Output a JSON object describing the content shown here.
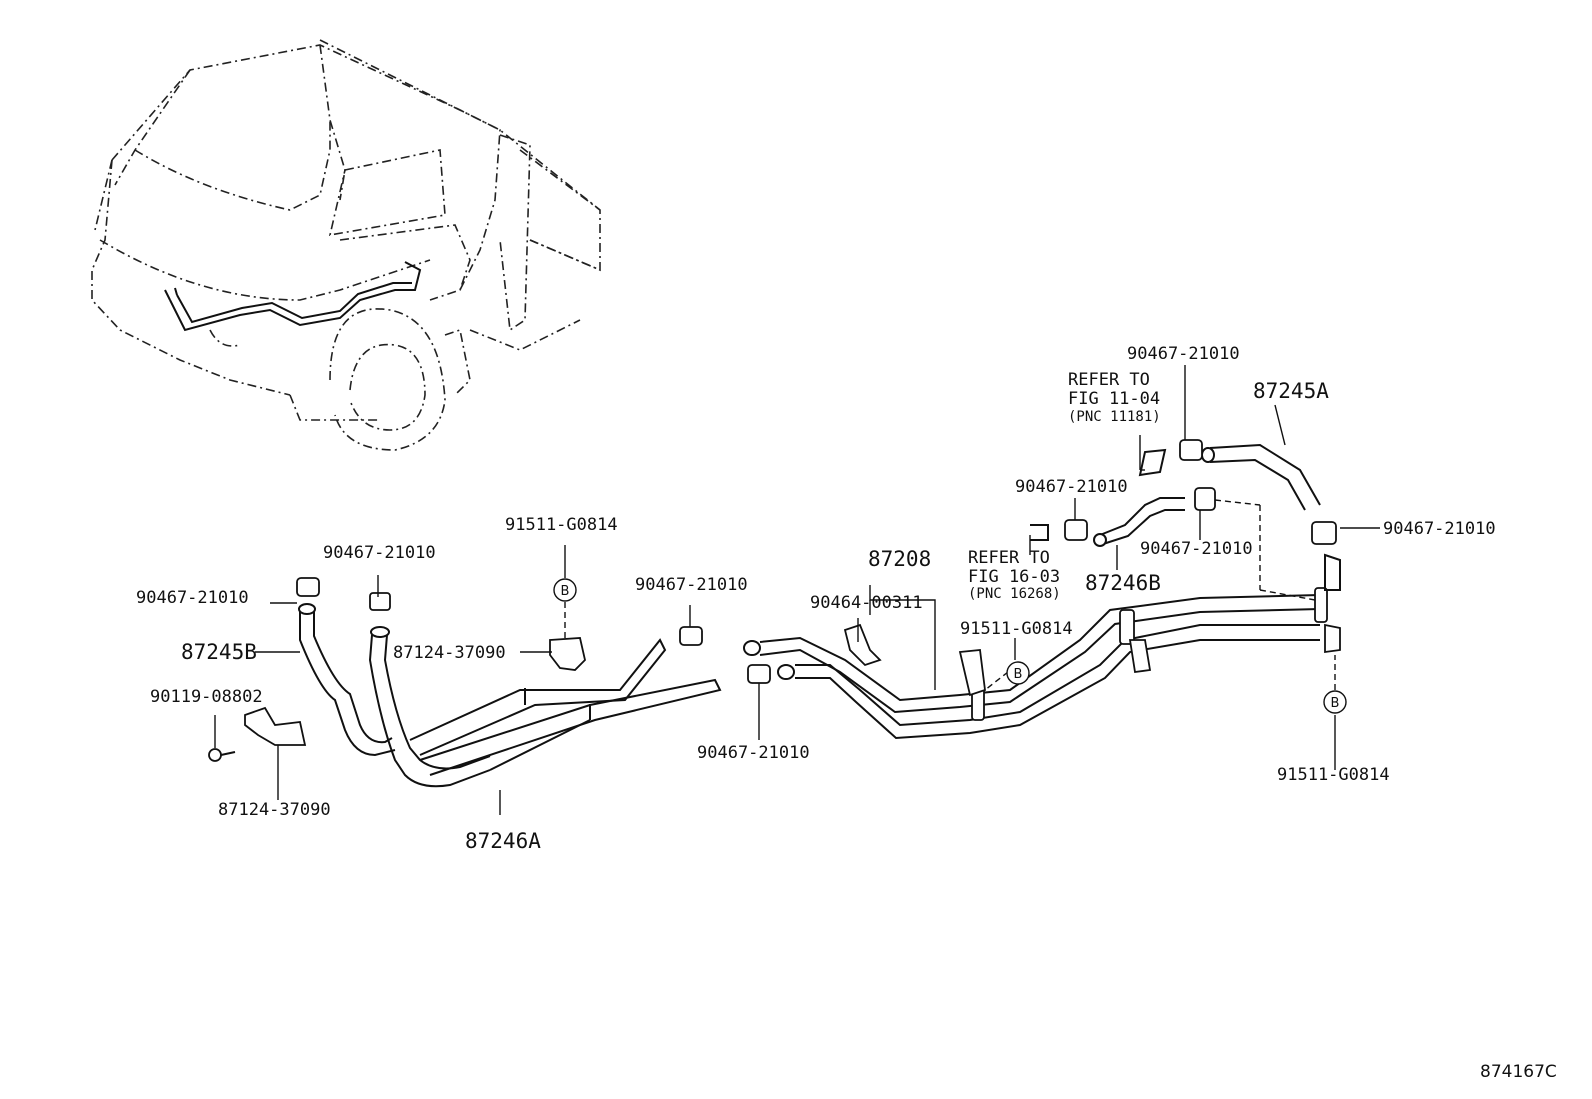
{
  "labels": {
    "p90467_top_right": "90467-21010",
    "refer_a_line1": "REFER TO",
    "refer_a_line2": "FIG 11-04",
    "refer_a_line3": "(PNC 11181)",
    "p87245A": "87245A",
    "p90467_mid_right_a": "90467-21010",
    "p90467_far_right": "90467-21010",
    "p90467_mid_right_b": "90467-21010",
    "refer_b_line1": "REFER TO",
    "refer_b_line2": "FIG 16-03",
    "refer_b_line3": "(PNC 16268)",
    "p87246B": "87246B",
    "p87208": "87208",
    "p90464": "90464-00311",
    "p91511_mid": "91511-G0814",
    "p91511_left": "91511-G0814",
    "p91511_right": "91511-G0814",
    "p90467_left_top": "90467-21010",
    "p90467_left_mid": "90467-21010",
    "p87245B": "87245B",
    "p87124_top": "87124-37090",
    "p90467_center_top": "90467-21010",
    "p90467_center_bottom": "90467-21010",
    "p90119": "90119-08802",
    "p87124_bottom": "87124-37090",
    "p87246A": "87246A",
    "b_marker": "B",
    "illustration_code": "874167C"
  }
}
